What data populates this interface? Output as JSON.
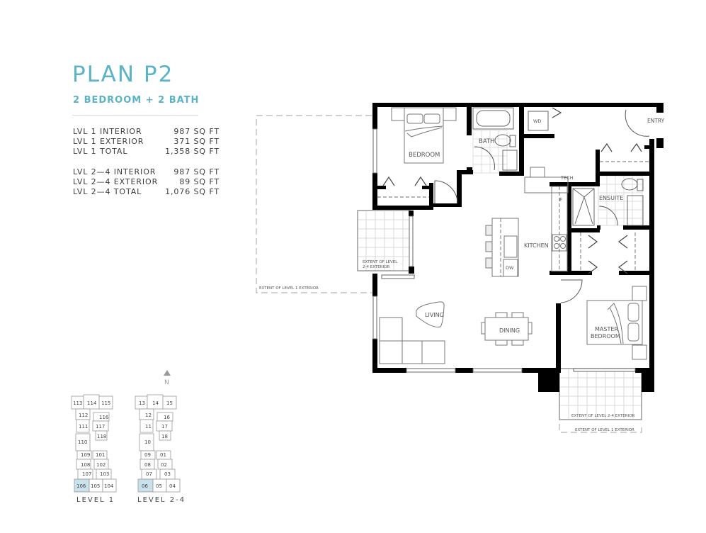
{
  "header": {
    "title": "PLAN P2",
    "subtitle": "2 BEDROOM + 2 BATH"
  },
  "areas": {
    "level1": [
      {
        "label": "LVL 1 INTERIOR",
        "value": "987 SQ FT"
      },
      {
        "label": "LVL 1 EXTERIOR",
        "value": "371 SQ FT"
      },
      {
        "label": "LVL 1 TOTAL",
        "value": "1,358 SQ FT"
      }
    ],
    "level2_4": [
      {
        "label": "LVL 2—4 INTERIOR",
        "value": "987 SQ FT"
      },
      {
        "label": "LVL 2—4 EXTERIOR",
        "value": "89 SQ FT"
      },
      {
        "label": "LVL 2—4 TOTAL",
        "value": "1,076 SQ FT"
      }
    ]
  },
  "colors": {
    "accent": "#5bb3c6",
    "highlight_unit": "#c8e1ea",
    "wall": "#000000",
    "text": "#3c3c3c"
  },
  "floorplan": {
    "rooms": {
      "bedroom": "BEDROOM",
      "bath": "BATH",
      "wd": "WD",
      "entry": "ENTRY",
      "tech": "TECH",
      "fridge": "F",
      "ensuite": "ENSUITE",
      "kitchen": "KITCHEN",
      "dw": "DW",
      "living": "LIVING",
      "dining": "DINING",
      "master_line1": "MASTER",
      "master_line2": "BEDROOM"
    },
    "annotations": {
      "ext_lvl24_side_line1": "EXTENT OF LEVEL",
      "ext_lvl24_side_line2": "2-4 EXTERIOR",
      "ext_lvl1_side": "EXTENT OF  LEVEL 1 EXTERIOR",
      "ext_lvl24_bottom": "EXTENT OF LEVEL 2-4 EXTERIOR",
      "ext_lvl1_bottom": "EXTENT OF  LEVEL 1 EXTERIOR"
    }
  },
  "keyplan": {
    "north_label": "N",
    "level1": {
      "label": "LEVEL 1",
      "units": [
        "113",
        "114",
        "115",
        "112",
        "116",
        "111",
        "117",
        "118",
        "110",
        "109",
        "101",
        "108",
        "102",
        "107",
        "103",
        "106",
        "105",
        "104"
      ],
      "highlighted": "106"
    },
    "level2_4": {
      "label": "LEVEL 2-4",
      "units": [
        "13",
        "14",
        "15",
        "12",
        "16",
        "11",
        "17",
        "18",
        "10",
        "09",
        "01",
        "08",
        "02",
        "07",
        "03",
        "06",
        "05",
        "04"
      ],
      "highlighted": "06"
    }
  }
}
